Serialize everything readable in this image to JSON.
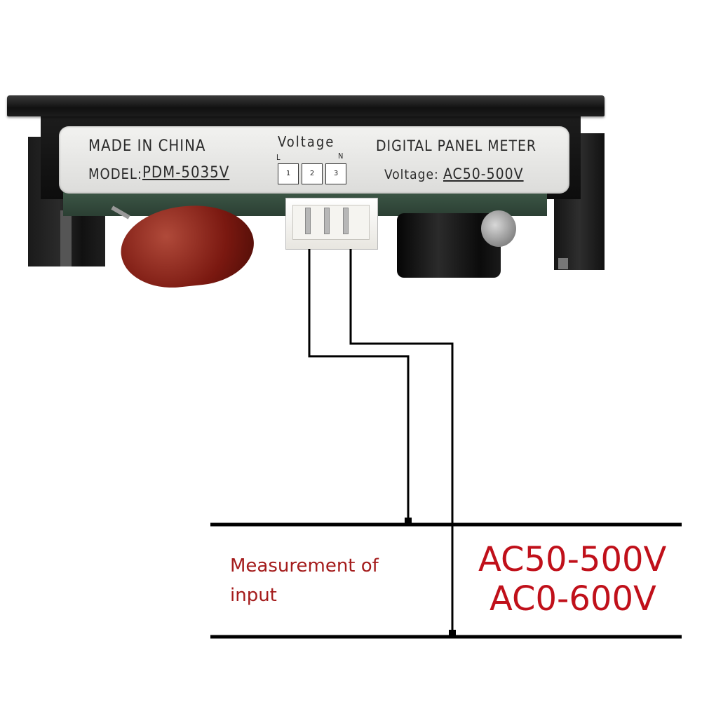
{
  "label": {
    "made_in": "MADE IN CHINA",
    "model_label": "MODEL:",
    "model_value": "PDM-5035V",
    "voltage_header": "Voltage",
    "l_mark": "L",
    "n_mark": "N",
    "pins": [
      "1",
      "2",
      "3"
    ],
    "product": "DIGITAL PANEL METER",
    "voltage_label": "Voltage:",
    "voltage_value": "AC50-500V"
  },
  "diagram": {
    "caption_line1": "Measurement of",
    "caption_line2": "input",
    "range1": "AC50-500V",
    "range2": "AC0-600V"
  },
  "colors": {
    "caption": "#a41c1c",
    "range": "#c0101a",
    "wire": "#000000"
  }
}
